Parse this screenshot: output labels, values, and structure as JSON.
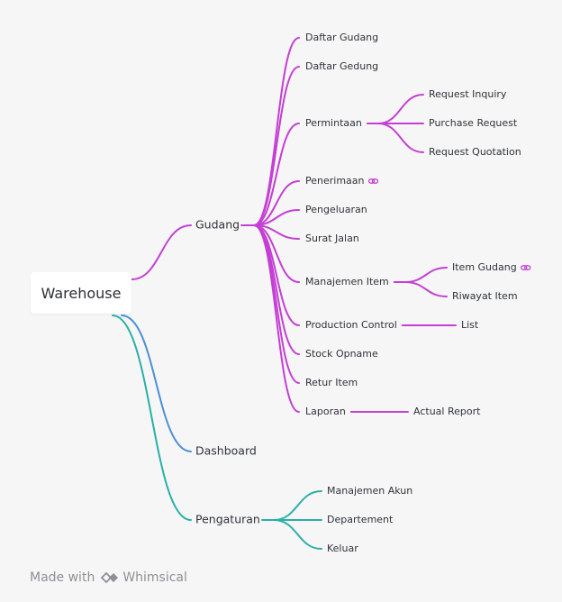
{
  "root": {
    "label": "Warehouse"
  },
  "colors": {
    "gudang": "#c43fd3",
    "dashboard": "#4a8fd8",
    "pengaturan": "#2ab0a6",
    "text": "#2f333b",
    "background": "#f6f6f6"
  },
  "branches": {
    "gudang": {
      "label": "Gudang",
      "children": [
        {
          "label": "Daftar Gudang"
        },
        {
          "label": "Daftar Gedung"
        },
        {
          "label": "Permintaan",
          "children": [
            {
              "label": "Request Inquiry"
            },
            {
              "label": "Purchase Request"
            },
            {
              "label": "Request Quotation"
            }
          ]
        },
        {
          "label": "Penerimaan",
          "link_icon": "link-icon"
        },
        {
          "label": "Pengeluaran"
        },
        {
          "label": "Surat Jalan"
        },
        {
          "label": "Manajemen Item",
          "children": [
            {
              "label": "Item Gudang",
              "link_icon": "link-icon"
            },
            {
              "label": "Riwayat Item"
            }
          ]
        },
        {
          "label": "Production Control",
          "children": [
            {
              "label": "List"
            }
          ]
        },
        {
          "label": "Stock Opname"
        },
        {
          "label": "Retur Item"
        },
        {
          "label": "Laporan",
          "children": [
            {
              "label": "Actual Report"
            }
          ]
        }
      ]
    },
    "dashboard": {
      "label": "Dashboard"
    },
    "pengaturan": {
      "label": "Pengaturan",
      "children": [
        {
          "label": "Manajemen Akun"
        },
        {
          "label": "Departement"
        },
        {
          "label": "Keluar"
        }
      ]
    }
  },
  "footer": {
    "made_with": "Made with",
    "brand": "Whimsical",
    "logo_icon": "whimsical-logo-icon"
  }
}
